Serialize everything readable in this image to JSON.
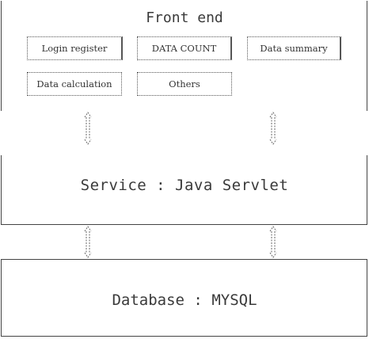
{
  "frontend": {
    "title": "Front end",
    "modules": [
      {
        "label": "Login register"
      },
      {
        "label": "DATA COUNT"
      },
      {
        "label": "Data summary"
      },
      {
        "label": "Data calculation"
      },
      {
        "label": "Others"
      }
    ]
  },
  "service": {
    "title": "Service : Java Servlet"
  },
  "database": {
    "title": "Database : MYSQL"
  }
}
